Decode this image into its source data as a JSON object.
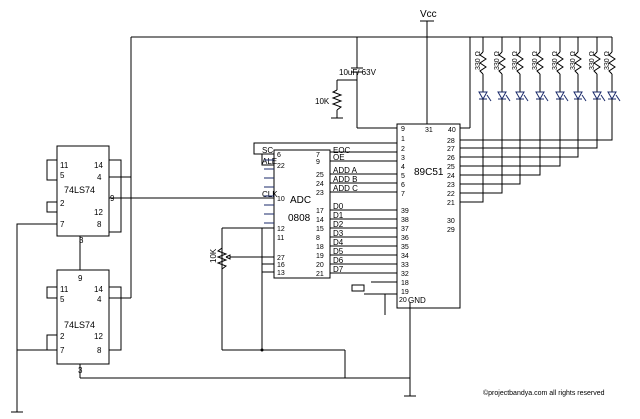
{
  "vcc_label": "Vcc",
  "capacitor_label": "10uF/ 63V",
  "resistor_10k_label": "10K",
  "pot_label": "10K",
  "led_resistor_label": "330 Ω",
  "copyright": "©projectbandya.com all rights reserved",
  "adc": {
    "name": "ADC",
    "part": "0808",
    "left_pins": [
      {
        "num": "6",
        "label": "SC"
      },
      {
        "num": "22",
        "label": "ALE"
      },
      {
        "num": "10",
        "label": "CLK"
      },
      {
        "num": "12",
        "label": ""
      },
      {
        "num": "11",
        "label": ""
      },
      {
        "num": "27",
        "label": ""
      },
      {
        "num": "16",
        "label": ""
      },
      {
        "num": "13",
        "label": ""
      }
    ],
    "right_pins": [
      {
        "num": "7",
        "label": "EOC"
      },
      {
        "num": "9",
        "label": "OE"
      },
      {
        "num": "25",
        "label": "ADD A"
      },
      {
        "num": "24",
        "label": "ADD B"
      },
      {
        "num": "23",
        "label": "ADD C"
      },
      {
        "num": "17",
        "label": "D0"
      },
      {
        "num": "14",
        "label": "D1"
      },
      {
        "num": "15",
        "label": "D2"
      },
      {
        "num": "8",
        "label": "D3"
      },
      {
        "num": "18",
        "label": "D4"
      },
      {
        "num": "19",
        "label": "D5"
      },
      {
        "num": "20",
        "label": "D6"
      },
      {
        "num": "21",
        "label": "D7"
      }
    ]
  },
  "mcu": {
    "name": "89C51",
    "left_pins": [
      "9",
      "1",
      "2",
      "3",
      "4",
      "5",
      "6",
      "7",
      "39",
      "38",
      "37",
      "36",
      "35",
      "34",
      "33",
      "32",
      "18",
      "19",
      "20"
    ],
    "gnd_label": "GND",
    "top_pins": [
      "31",
      "40"
    ],
    "right_pins": [
      "28",
      "27",
      "26",
      "25",
      "24",
      "23",
      "22",
      "21",
      "30",
      "29"
    ]
  },
  "ff_top": {
    "name": "74LS74",
    "pins": {
      "tl": "11",
      "tl2": "5",
      "bl": "2",
      "bl2": "7",
      "tr": "14",
      "tr2": "4",
      "br": "12",
      "br2": "8",
      "r9": "9",
      "b3": "3"
    }
  },
  "ff_bottom": {
    "name": "74LS74",
    "pins": {
      "top": "9",
      "tl": "11",
      "tl2": "5",
      "bl": "2",
      "bl2": "7",
      "tr": "14",
      "tr2": "4",
      "br": "12",
      "br2": "8",
      "b3": "3"
    }
  }
}
